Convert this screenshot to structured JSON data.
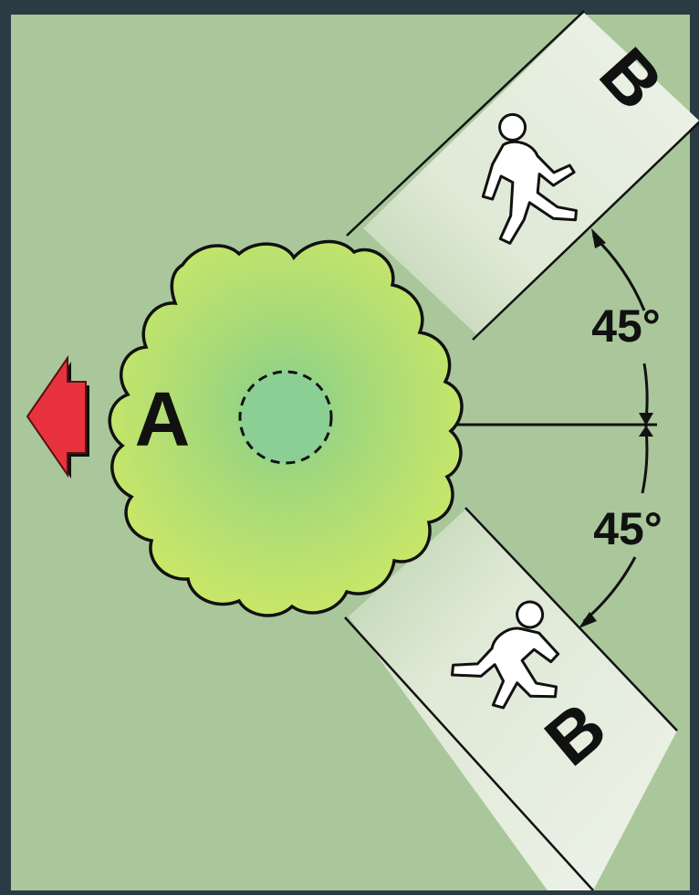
{
  "diagram": {
    "labels": {
      "tree": "A",
      "zone_upper": "B",
      "zone_lower": "B"
    },
    "angles": {
      "upper": "45°",
      "lower": "45°"
    },
    "icons": {
      "direction_arrow": "left-arrow-icon",
      "person": "walking-person-icon"
    },
    "colors": {
      "background": "#a9c79b",
      "frame": "#2b3b44",
      "tree_canopy": "#c6e56a",
      "tree_canopy_center": "#8fd08f",
      "escape_path": "#dde8d4",
      "arrow": "#e8333e",
      "outline": "#111111"
    }
  }
}
